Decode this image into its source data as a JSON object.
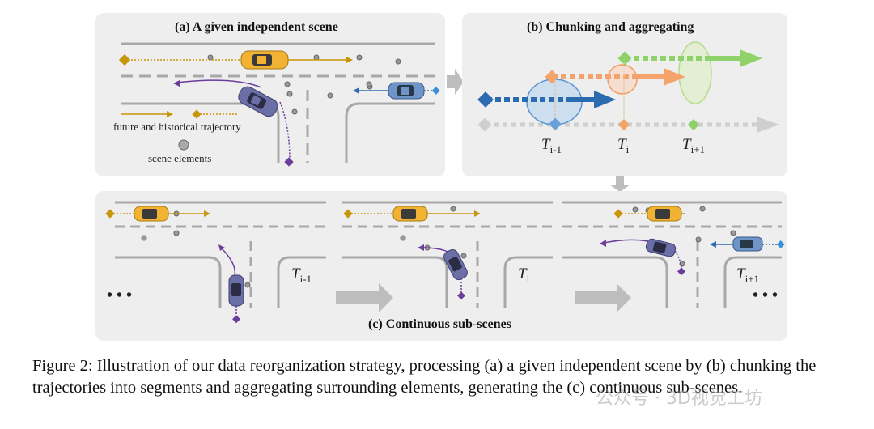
{
  "panel_a": {
    "title": "(a) A given independent scene",
    "legend_trajectory": "future and historical trajectory",
    "legend_elements": "scene elements"
  },
  "panel_b": {
    "title": "(b) Chunking and aggregating",
    "t_prev": "T",
    "t_prev_sub": "i-1",
    "t_cur": "T",
    "t_cur_sub": "i",
    "t_next": "T",
    "t_next_sub": "i+1"
  },
  "panel_c": {
    "title": "(c) Continuous sub-scenes",
    "t1": "T",
    "t1_sub": "i-1",
    "t2": "T",
    "t2_sub": "i",
    "t3": "T",
    "t3_sub": "i+1",
    "ellipsis_left": "• • •",
    "ellipsis_right": "• • •"
  },
  "caption": "Figure 2: Illustration of our data reorganization strategy, processing (a) a given independent scene by (b) chunking the trajectories into segments and aggregating surrounding elements, generating the (c) continuous sub-scenes.",
  "watermark": "公众号 · 3D视觉工坊",
  "colors": {
    "panel_bg": "#eeeeee",
    "road": "#a8a8a8",
    "yellow_car": "#f2b233",
    "trajectory_gold": "#c8960a",
    "purple": "#6a3d9a",
    "blue": "#2b6cb0",
    "orange": "#f4a36c",
    "green": "#8fd16b",
    "gray_arrow": "#bdbdbd"
  }
}
